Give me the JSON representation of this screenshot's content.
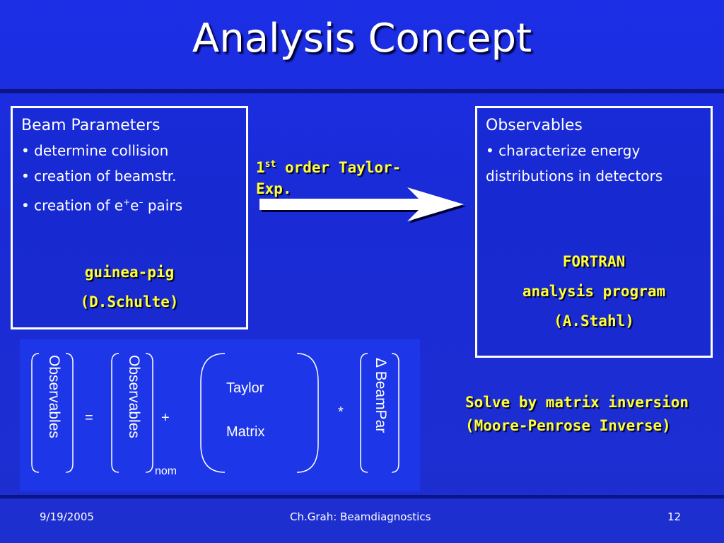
{
  "slide": {
    "title": "Analysis Concept",
    "left_box": {
      "heading": "Beam Parameters",
      "items": [
        "• determine collision",
        "• creation of beamstr."
      ],
      "pairs_prefix": "• creation of e",
      "pairs_sup1": "+",
      "pairs_mid": "e",
      "pairs_sup2": "–",
      "pairs_suffix": " pairs",
      "tool_name": "guinea-pig",
      "tool_author": "(D.Schulte)"
    },
    "arrow_label": {
      "ordinal": "1",
      "ordinal_sup": "st",
      "line1_rest": " order Taylor-",
      "line2": "Exp."
    },
    "right_box": {
      "heading": "Observables",
      "items": [
        "• characterize energy",
        "distributions in detectors"
      ],
      "tool_line1": "FORTRAN",
      "tool_line2": "analysis program",
      "tool_author": "(A.Stahl)"
    },
    "equation": {
      "observables_lhs": "Observables",
      "equals": "=",
      "observables_nom": "Observables",
      "nom_subscript": "nom",
      "plus": "+",
      "matrix_line1": "Taylor",
      "matrix_line2": "Matrix",
      "times": "*",
      "delta_beampar": "Δ BeamPar"
    },
    "solve_note": {
      "line1": "Solve by matrix inversion",
      "line2": "(Moore-Penrose Inverse)"
    },
    "footer": {
      "date": "9/19/2005",
      "center": "Ch.Grah: Beamdiagnostics",
      "page": "12"
    },
    "colors": {
      "background": "#1c2fe6",
      "highlight": "#ffff33",
      "text": "#ffffff"
    }
  }
}
